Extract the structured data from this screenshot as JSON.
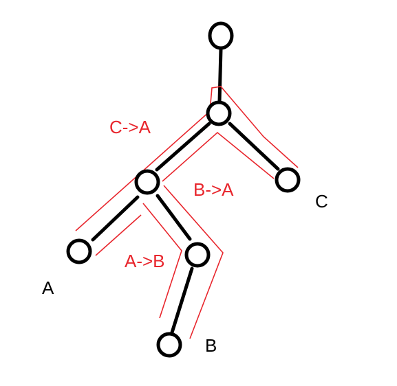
{
  "colors": {
    "tree": "#000000",
    "path": "#e8262d",
    "background": "#ffffff"
  },
  "labels": {
    "node_a": "A",
    "node_b": "B",
    "node_c": "C",
    "path_c_to_a": "C->A",
    "path_b_to_a": "B->A",
    "path_a_to_b": "A->B"
  }
}
